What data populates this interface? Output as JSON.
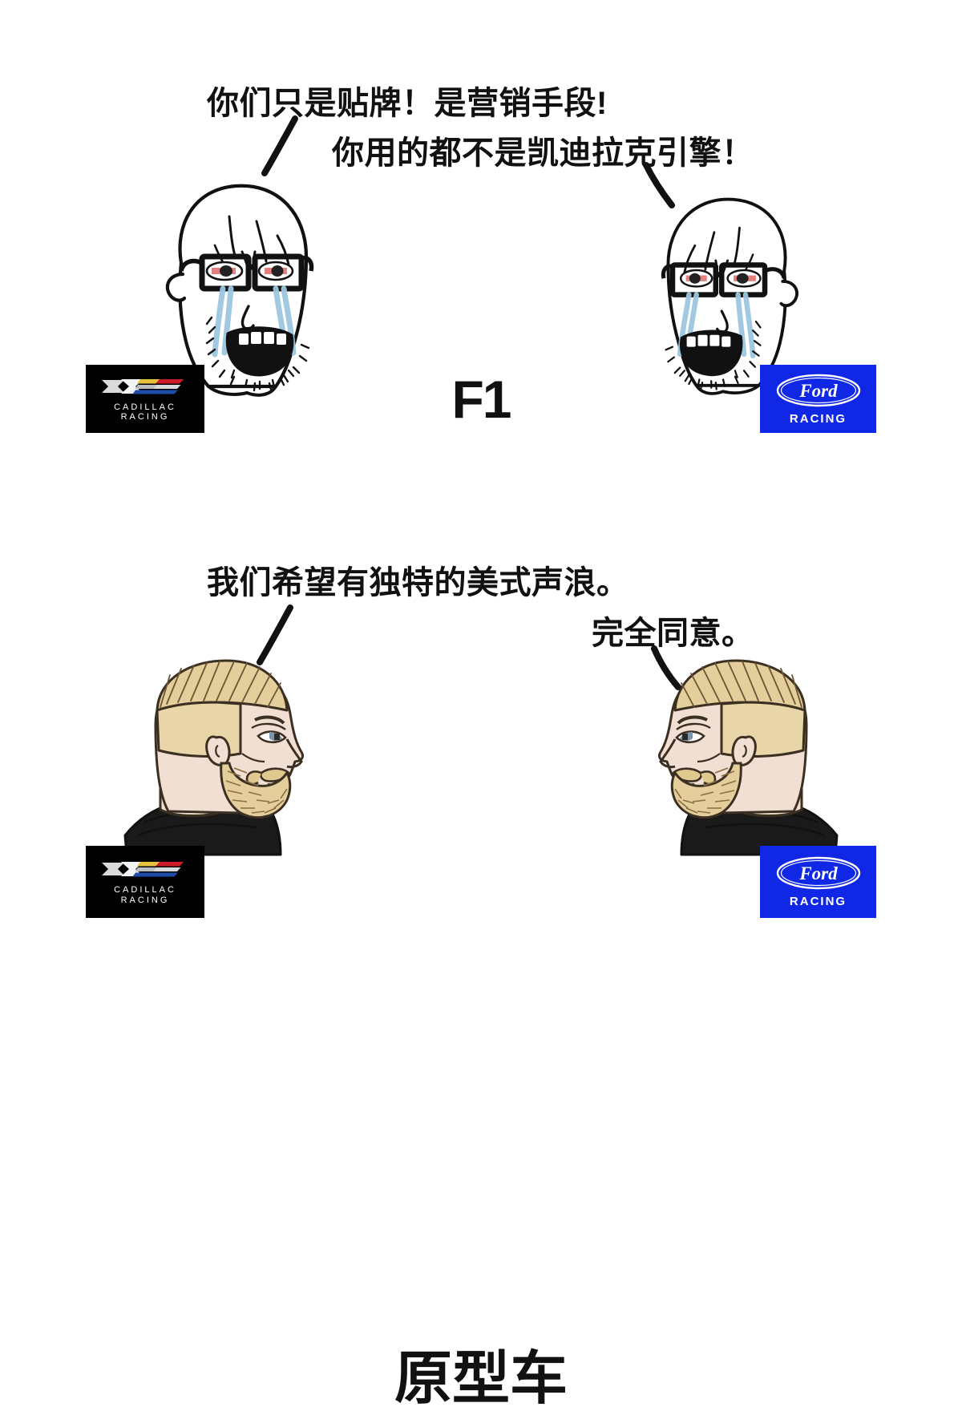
{
  "meme": {
    "background_color": "#ffffff",
    "text_color": "#111111",
    "panels": [
      {
        "id": "f1",
        "center_label": "F1",
        "left_character": "crying-soyjak",
        "right_character": "crying-soyjak",
        "lines": [
          "你们只是贴牌！是营销手段!",
          "你用的都不是凯迪拉克引擎！"
        ]
      },
      {
        "id": "prototype",
        "center_label": "原型车",
        "left_character": "chad-yes",
        "right_character": "chad-yes",
        "lines": [
          "我们希望有独特的美式声浪。",
          "完全同意。"
        ]
      }
    ]
  },
  "panel_f1": {
    "line1": "你们只是贴牌！是营销手段!",
    "line2": "你用的都不是凯迪拉克引擎！",
    "center_label": "F1"
  },
  "panel_proto": {
    "line1": "我们希望有独特的美式声浪。",
    "line2": "完全同意。",
    "center_label": "原型车"
  },
  "logos": {
    "cadillac": {
      "name": "cadillac-racing-logo",
      "word_top": "CADILLAC",
      "word_bottom": "RACING",
      "background": "#000000",
      "text_color": "#ffffff",
      "crest_colors": [
        "#d9dadc",
        "#e8c13c",
        "#cf1c2b",
        "#1f4ba8"
      ]
    },
    "ford": {
      "name": "ford-racing-logo",
      "wordmark": "Ford",
      "word_bottom": "RACING",
      "background": "#1028e6",
      "text_color": "#ffffff"
    }
  }
}
